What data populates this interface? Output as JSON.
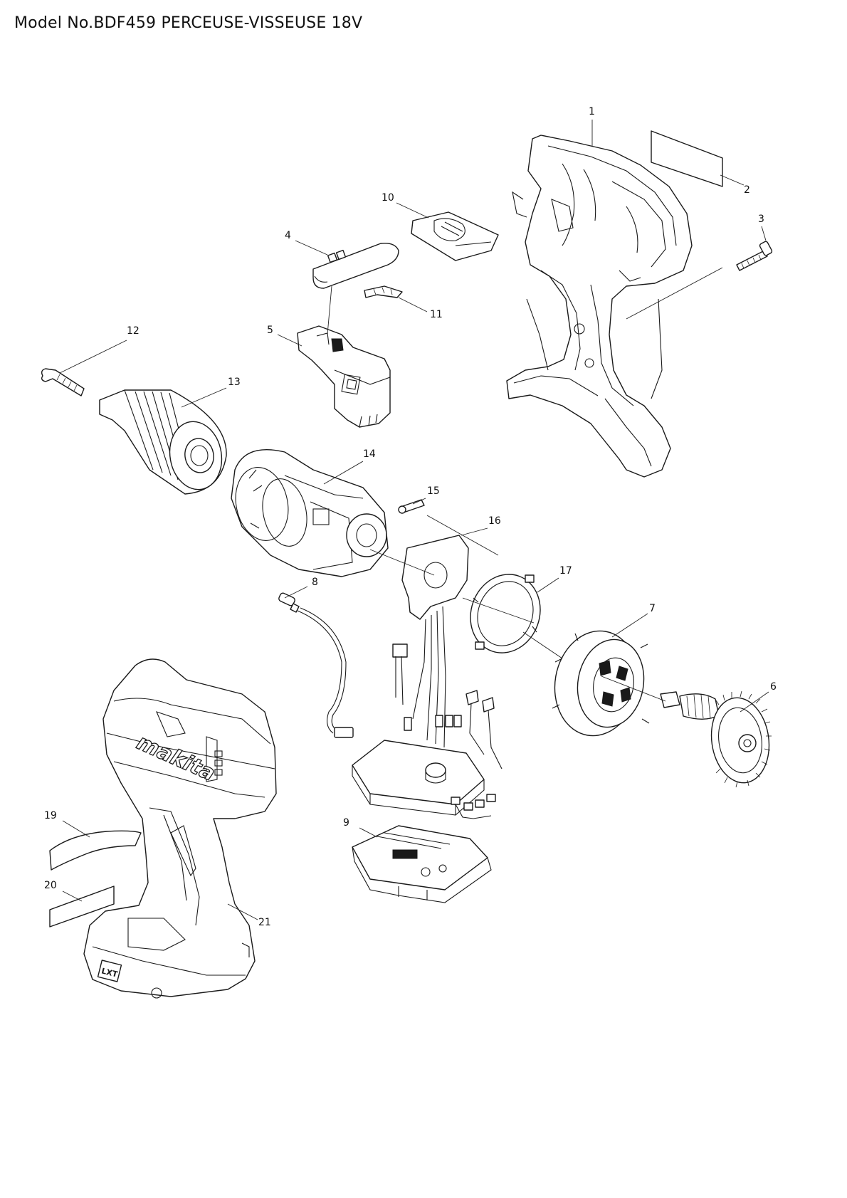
{
  "title": "Model No.BDF459 PERCEUSE-VISSEUSE 18V",
  "callouts": [
    "1",
    "2",
    "3",
    "4",
    "5",
    "6",
    "7",
    "8",
    "9",
    "10",
    "11",
    "12",
    "13",
    "14",
    "15",
    "16",
    "17",
    "19",
    "20",
    "21"
  ],
  "logo_text": "makita",
  "battery_badge": "LXT"
}
